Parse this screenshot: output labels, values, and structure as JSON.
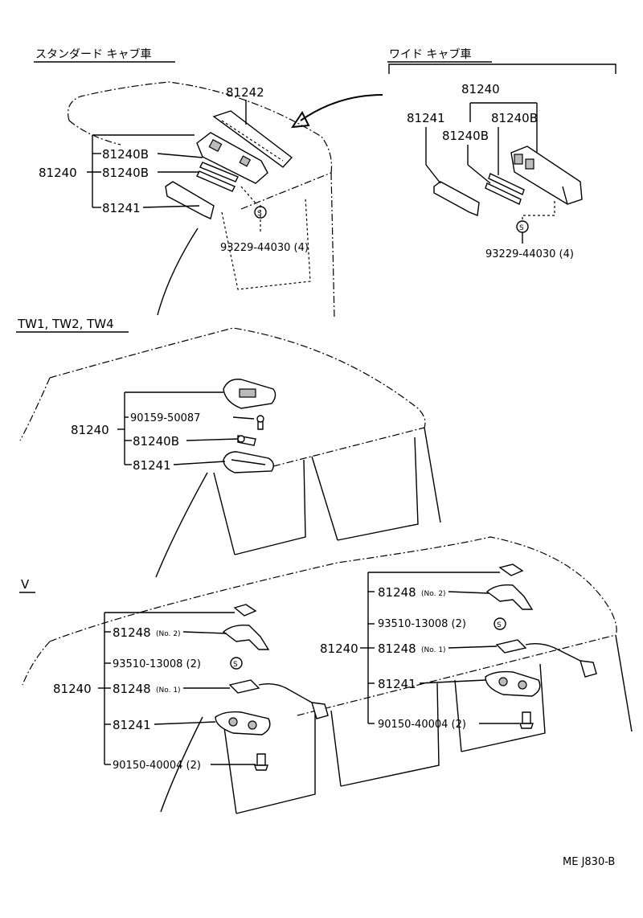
{
  "sections": {
    "standard": {
      "header": "スタンダード キャブ車",
      "labels": {
        "p81242": "81242",
        "p81240": "81240",
        "p81240b_1": "81240B",
        "p81240b_2": "81240B",
        "p81241": "81241",
        "screw": "93229-44030 (4)"
      }
    },
    "wide": {
      "header": "ワイド キャブ車",
      "labels": {
        "p81240": "81240",
        "p81241": "81241",
        "p81240b_1": "81240B",
        "p81240b_2": "81240B",
        "screw": "93229-44030 (4)"
      }
    },
    "tw": {
      "header": "TW1, TW2, TW4",
      "labels": {
        "p81240": "81240",
        "screw": "90159-50087",
        "p81240b": "81240B",
        "p81241": "81241"
      }
    },
    "v_left": {
      "header": "V",
      "labels": {
        "p81240": "81240",
        "p81248_no2": "81248",
        "no2": "(No. 2)",
        "clip": "93510-13008 (2)",
        "p81248_no1": "81248",
        "no1": "(No. 1)",
        "p81241": "81241",
        "bolt": "90150-40004 (2)"
      }
    },
    "v_right": {
      "labels": {
        "p81240": "81240",
        "p81248_no2": "81248",
        "no2": "(No. 2)",
        "clip": "93510-13008 (2)",
        "p81248_no1": "81248",
        "no1": "(No. 1)",
        "p81241": "81241",
        "bolt": "90150-40004 (2)"
      }
    }
  },
  "symbol": "S",
  "drawing_code": "ME J830-B"
}
